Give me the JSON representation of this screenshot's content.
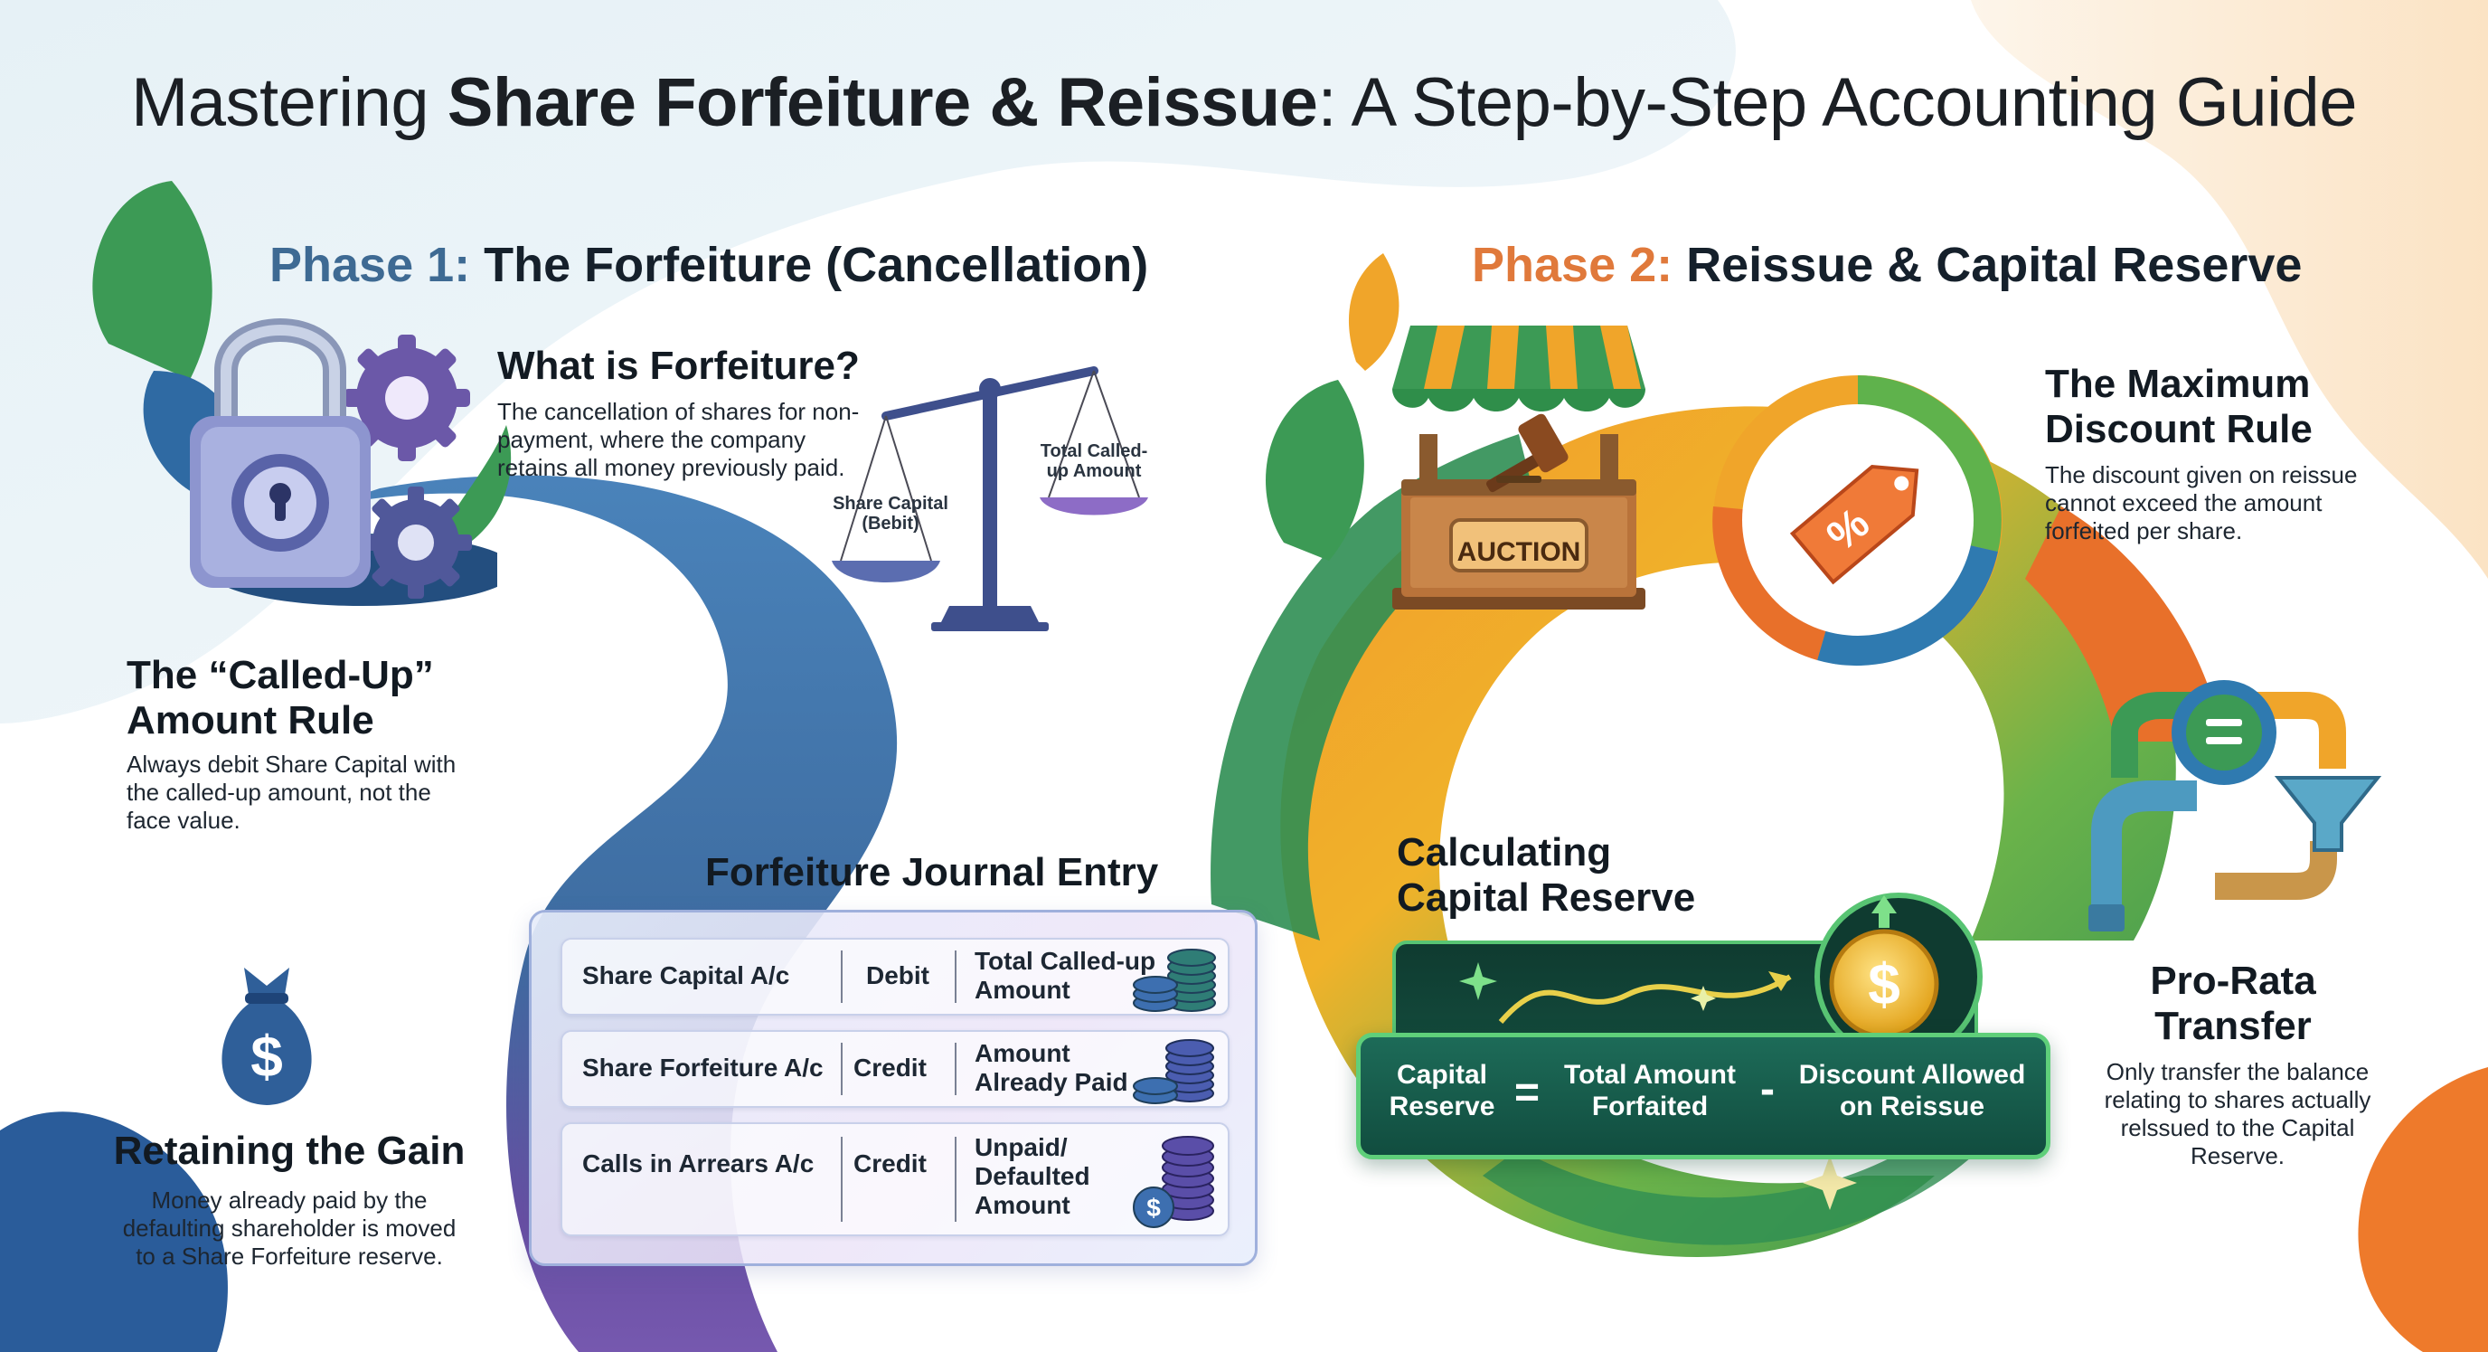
{
  "title": {
    "prefix": "Mastering ",
    "bold": "Share Forfeiture & Reissue",
    "suffix": ": A Step-by-Step Accounting Guide"
  },
  "phase1": {
    "label": "Phase 1:",
    "name": " The Forfeiture (Cancellation)",
    "what_is": {
      "heading": "What is Forfeiture?",
      "text": "The cancellation of shares for non-payment, where the company retains all money previously paid."
    },
    "scale": {
      "left_label": "Share Capital (Bebit)",
      "right_label": "Total Called-up Amount"
    },
    "called_up_rule": {
      "heading_line1": "The “Called-Up”",
      "heading_line2": "Amount Rule",
      "text": "Always debit Share Capital with the called-up amount, not the face value."
    },
    "retaining": {
      "heading": "Retaining the Gain",
      "text": "Money already paid by the defaulting shareholder is moved to a Share Forfeiture reserve."
    },
    "journal": {
      "heading": "Forfeiture Journal Entry",
      "rows": [
        {
          "account": "Share Capital A/c",
          "side": "Debit",
          "amount": [
            "Total Called-up",
            "Amount"
          ]
        },
        {
          "account": "Share Forfeiture A/c",
          "side": "Credit",
          "amount": [
            "Amount",
            "Already Paid"
          ]
        },
        {
          "account": "Calls in Arrears A/c",
          "side": "Credit",
          "amount": [
            "Unpaid/",
            "Defaulted",
            "Amount"
          ]
        }
      ]
    }
  },
  "phase2": {
    "label": "Phase 2:",
    "name": " Reissue & Capital Reserve",
    "auction_sign": "AUCTION",
    "max_discount": {
      "heading_line1": "The Maximum",
      "heading_line2": "Discount Rule",
      "text": "The discount given on reissue cannot exceed the amount forfeited per share."
    },
    "calculating": {
      "heading_line1": "Calculating",
      "heading_line2": "Capital Reserve"
    },
    "formula": {
      "left": [
        "Capital",
        "Reserve"
      ],
      "op1": "=",
      "middle": [
        "Total Amount",
        "Forfaited"
      ],
      "op2": "-",
      "right": [
        "Discount Allowed",
        "on Reissue"
      ]
    },
    "pro_rata": {
      "heading_line1": "Pro-Rata",
      "heading_line2": "Transfer",
      "text": "Only transfer the balance relating to shares actually relssued to the Capital Reserve."
    }
  },
  "icons": {
    "padlock": "padlock-icon",
    "gear": "gear-icon",
    "scale": "balance-scale-icon",
    "money_bag": "money-bag-icon",
    "coins": "coin-stack-icon",
    "auction_stall": "auction-stall-icon",
    "gavel": "gavel-icon",
    "price_tag": "percent-tag-icon",
    "pipes": "pipes-funnel-icon",
    "dollar_coin": "dollar-coin-icon"
  },
  "colors": {
    "phase1_accent": "#3e6a93",
    "phase2_accent": "#e0793b",
    "road_blue": "#2f6aa3",
    "ring_green": "#3f9a4c",
    "ring_orange": "#f08a2a",
    "formula_bg": "#145a48"
  }
}
